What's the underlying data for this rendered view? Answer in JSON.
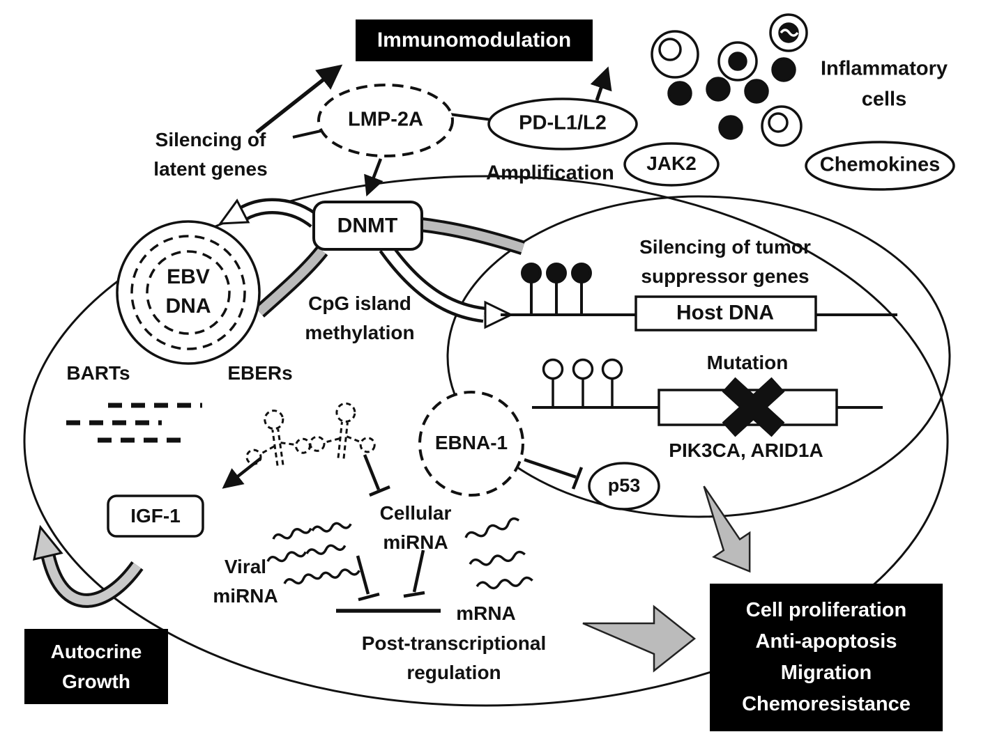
{
  "colors": {
    "background": "#ffffff",
    "ink": "#111111",
    "gray_arrow": "#bbbbbb",
    "box_bg": "#000000",
    "box_text": "#ffffff"
  },
  "top": {
    "immunomodulation": "Immunomodulation",
    "silencing_latent": [
      "Silencing of",
      "latent genes"
    ],
    "lmp2a": "LMP-2A",
    "pdl1l2": "PD-L1/L2",
    "amplification": "Amplification",
    "jak2": "JAK2",
    "inflammatory_cells": [
      "Inflammatory",
      "cells"
    ],
    "chemokines": "Chemokines"
  },
  "cell": {
    "dnmt": "DNMT",
    "ebv_dna": [
      "EBV",
      "DNA"
    ],
    "cpg": [
      "CpG island",
      "methylation"
    ],
    "barts": "BARTs",
    "ebers": "EBERs",
    "igf1": "IGF-1",
    "viral_mirna": [
      "Viral",
      "miRNA"
    ],
    "cellular_mirna": [
      "Cellular",
      "miRNA"
    ],
    "mrna": "mRNA",
    "post_transcriptional": [
      "Post-transcriptional",
      "regulation"
    ],
    "ebna1": "EBNA-1",
    "p53": "p53"
  },
  "nucleus": {
    "silencing_tumor": [
      "Silencing of tumor",
      "suppressor genes"
    ],
    "host_dna": "Host DNA",
    "mutation": "Mutation",
    "genes": "PIK3CA, ARID1A"
  },
  "bottom": {
    "autocrine": [
      "Autocrine",
      "Growth"
    ],
    "outcomes": [
      "Cell proliferation",
      "Anti-apoptosis",
      "Migration",
      "Chemoresistance"
    ]
  }
}
